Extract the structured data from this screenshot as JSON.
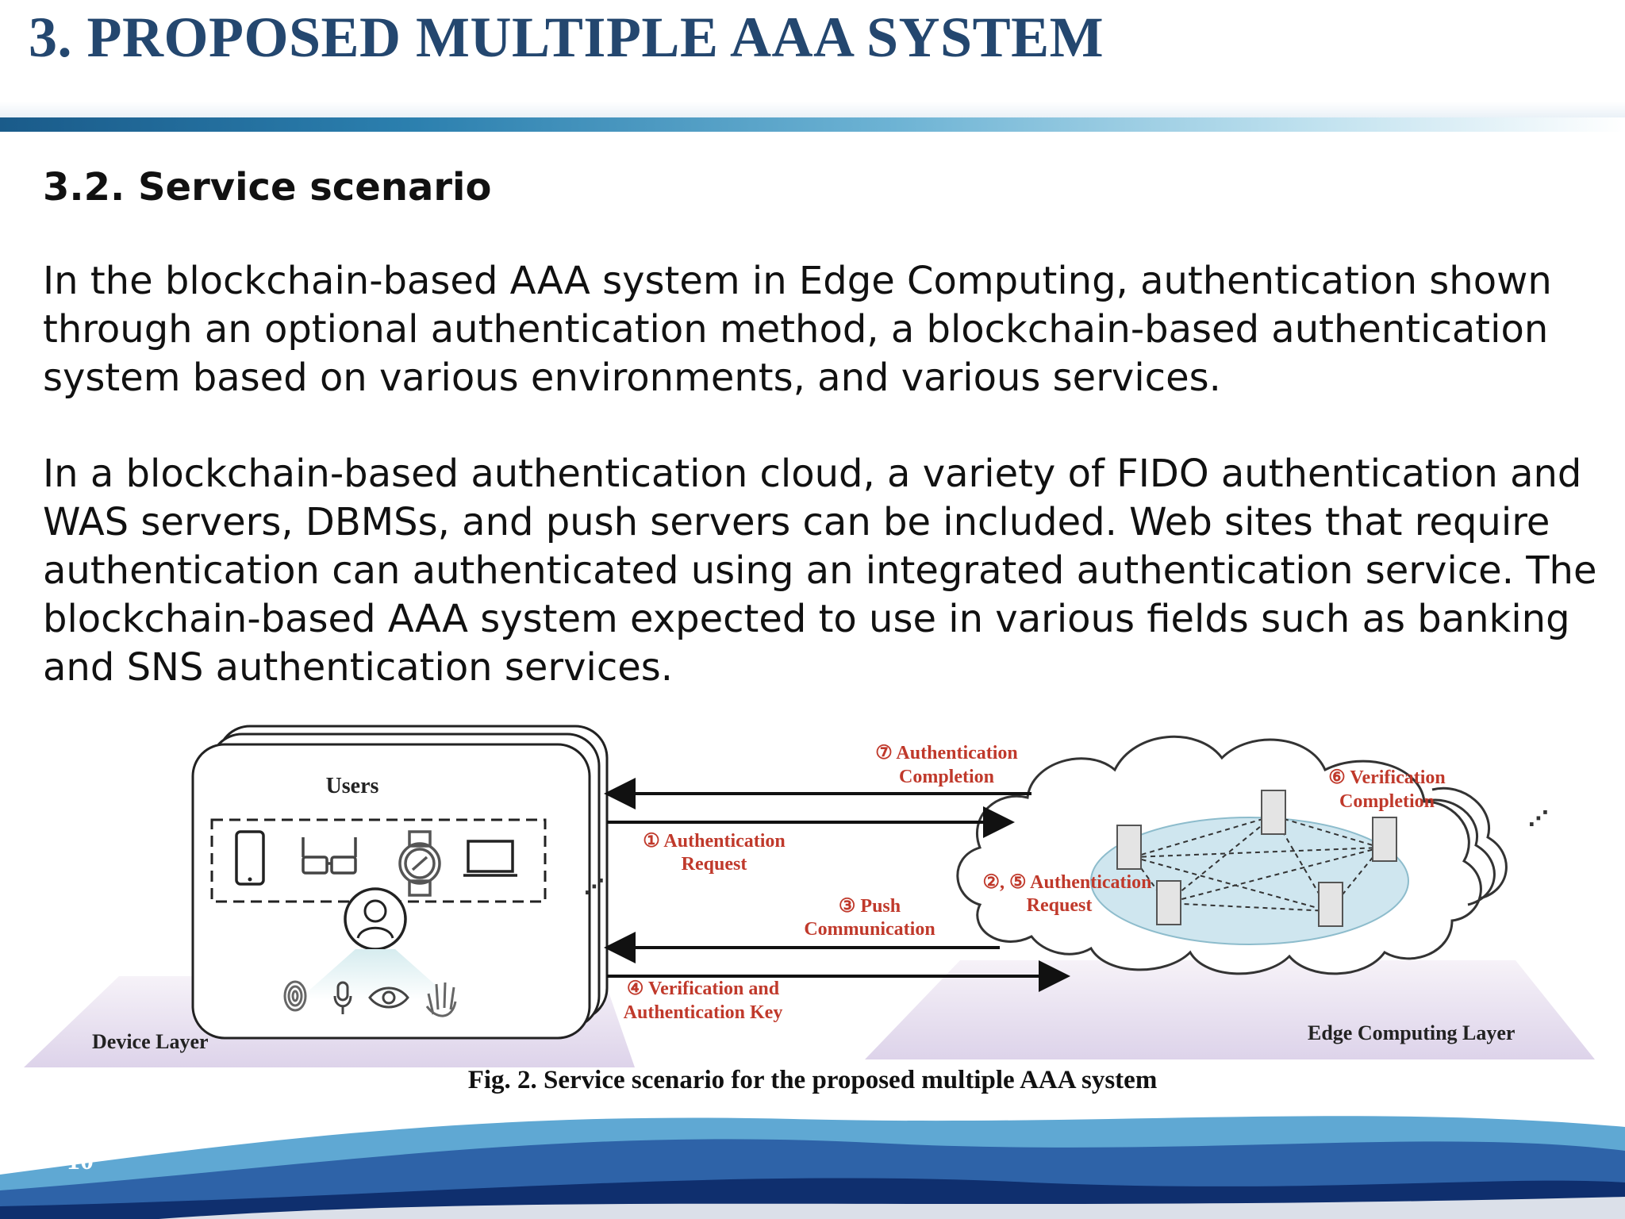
{
  "slide": {
    "title": "3. PROPOSED MULTIPLE AAA SYSTEM",
    "subtitle": "3.2. Service scenario",
    "paragraphs": [
      "In the blockchain-based AAA system in Edge Computing, authentication shown through an optional authentication method, a blockchain-based authentication system based on various environments, and various services.",
      "In a blockchain-based authentication cloud, a variety of FIDO authentication and WAS servers, DBMSs, and push servers can be included. Web sites that require authentication can authenticated using an integrated authentication service. The blockchain-based AAA system expected to use in various fields such as banking and SNS authentication services."
    ],
    "page_number": "10"
  },
  "figure": {
    "caption": "Fig. 2. Service scenario for the proposed multiple AAA system",
    "users_label": "Users",
    "device_layer": "Device Layer",
    "edge_layer": "Edge Computing Layer",
    "steps": {
      "s7": [
        "⑦ Authentication",
        "Completion"
      ],
      "s1": [
        "① Authentication",
        "Request"
      ],
      "s3": [
        "③ Push",
        "Communication"
      ],
      "s4": [
        "④ Verification and",
        "Authentication Key"
      ],
      "s25": [
        "②, ⑤ Authentication",
        "Request"
      ],
      "s6": [
        "⑥ Verification",
        "Completion"
      ]
    },
    "device_icons": [
      "phone-icon",
      "smart-glasses-icon",
      "smartwatch-icon",
      "laptop-icon"
    ],
    "biometric_icons": [
      "fingerprint-icon",
      "microphone-icon",
      "eye-icon",
      "hand-icon"
    ],
    "colors": {
      "title": "#24476f",
      "step_labels": "#c0392b",
      "layer_bg": "#e8e1f0",
      "ring": "#cfe6ef"
    }
  }
}
